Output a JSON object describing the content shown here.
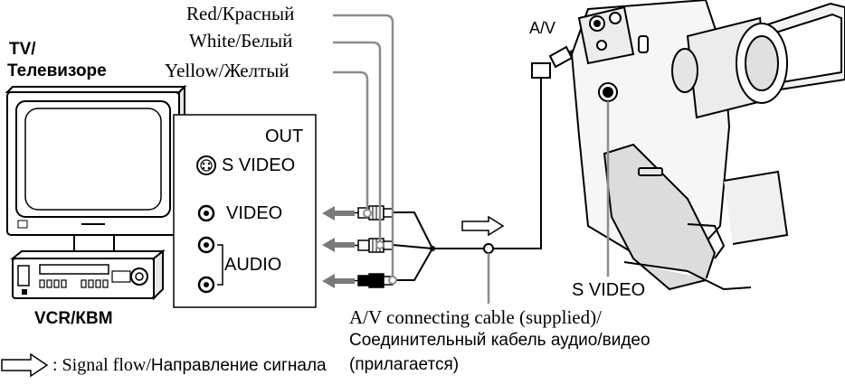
{
  "labels": {
    "cable_red": "Red/Красный",
    "cable_white": "White/Белый",
    "cable_yellow": "Yellow/Желтый",
    "tv_line1": "TV/",
    "tv_line2": "Телевизоре",
    "vcr_prefix": "VCR/",
    "vcr_ru": "КВМ",
    "panel_out": "OUT",
    "panel_svideo": "S VIDEO",
    "panel_video": "VIDEO",
    "panel_audio": "AUDIO",
    "av_jack": "A/V",
    "camera_svideo": "S VIDEO",
    "cable_caption_1": "A/V connecting cable (supplied)/",
    "cable_caption_2": "Соединительный кабель аудио/видео",
    "cable_caption_3": "(прилагается)",
    "legend_signal_flow_en": ": Signal flow/",
    "legend_signal_flow_ru": "Направление сигнала"
  },
  "colors": {
    "line": "#000000",
    "gray_wire": "#8c8c8c",
    "arrow_gray": "#7a7a7a",
    "device_fill": "#ffffff"
  }
}
